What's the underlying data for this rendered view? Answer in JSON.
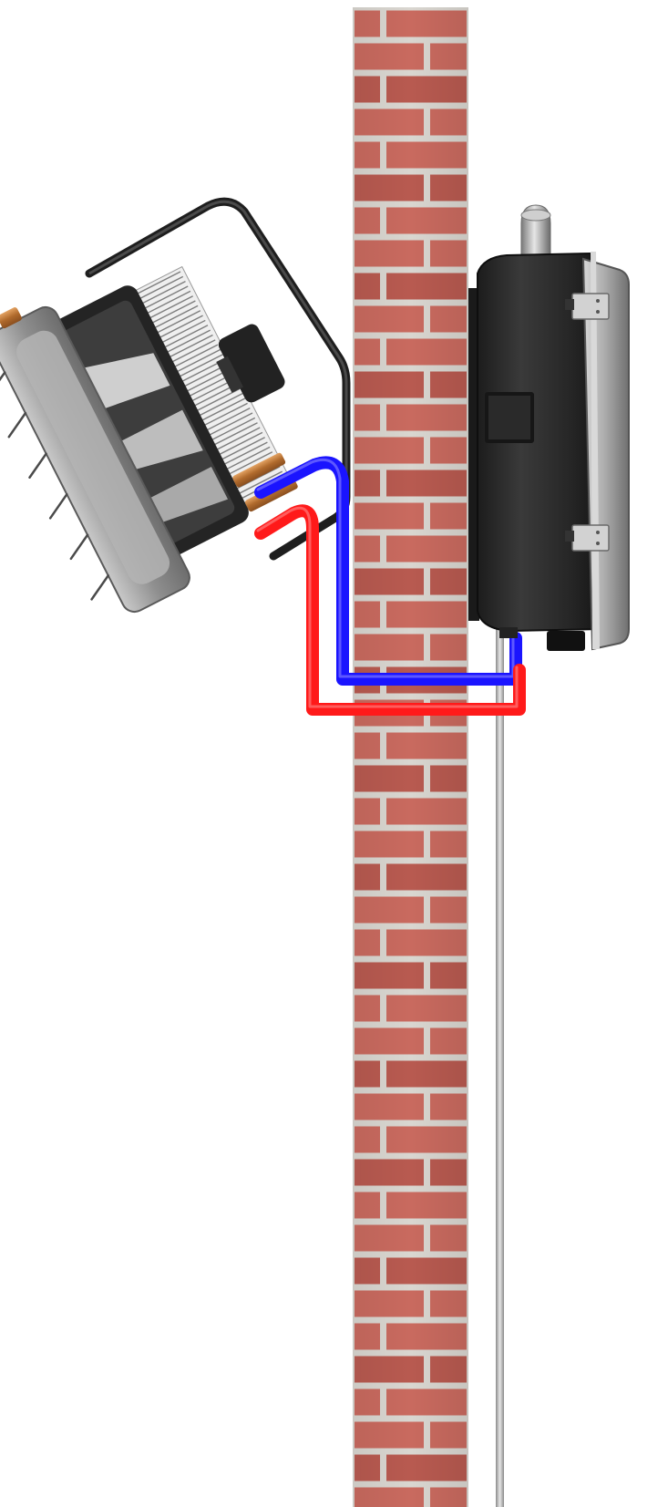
{
  "diagram": {
    "components": [
      {
        "name": "indoor-fan-heater-unit",
        "icon": "fan-heater-icon"
      },
      {
        "name": "brick-wall",
        "icon": "brick-wall-icon"
      },
      {
        "name": "outdoor-unit",
        "icon": "outdoor-unit-icon"
      },
      {
        "name": "blue-refrigerant-pipe",
        "icon": "pipe-icon"
      },
      {
        "name": "red-refrigerant-pipe",
        "icon": "pipe-icon"
      },
      {
        "name": "drain-pipe",
        "icon": "pipe-icon"
      }
    ],
    "colors": {
      "background": "#ffffff",
      "brick": "#c96a5f",
      "brick_dark": "#b85a50",
      "mortar": "#d9d6d0",
      "pipe_cold": "#1a14ff",
      "pipe_hot": "#ff1a1a",
      "unit_body": "#2b2b2b",
      "unit_panel": "#9a9a9a",
      "metal": "#b8b8b8",
      "copper": "#c8803c"
    }
  }
}
